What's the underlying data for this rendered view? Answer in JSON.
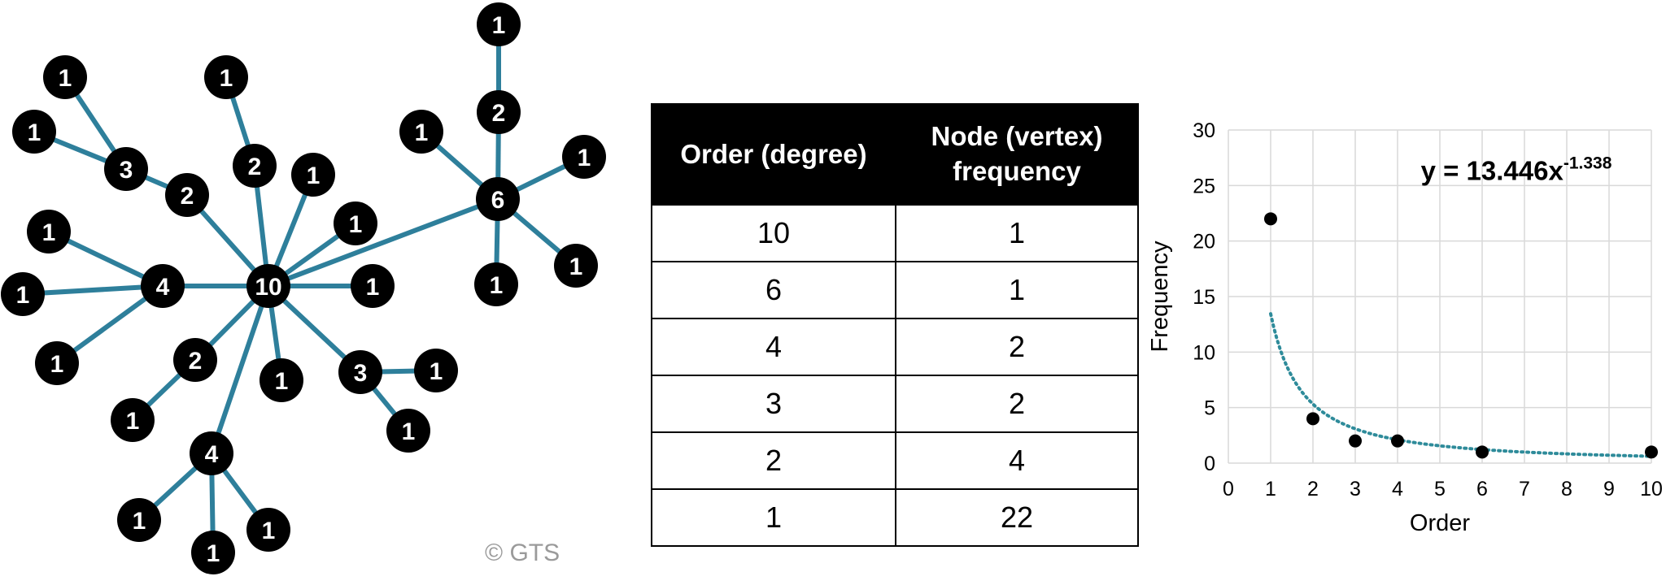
{
  "graph": {
    "edge_color": "#2e7f9b",
    "node_color": "#000000",
    "node_text_color": "#ffffff",
    "nodes": [
      {
        "id": "n10",
        "label": "10"
      },
      {
        "id": "n6",
        "label": "6"
      },
      {
        "id": "n4a",
        "label": "4"
      },
      {
        "id": "n4b",
        "label": "4"
      },
      {
        "id": "n3a",
        "label": "3"
      },
      {
        "id": "n3b",
        "label": "3"
      },
      {
        "id": "n2a",
        "label": "2"
      },
      {
        "id": "n2b",
        "label": "2"
      },
      {
        "id": "n2c",
        "label": "2"
      },
      {
        "id": "n2d",
        "label": "2"
      },
      {
        "id": "l1",
        "label": "1"
      },
      {
        "id": "l2",
        "label": "1"
      },
      {
        "id": "l3",
        "label": "1"
      },
      {
        "id": "l4",
        "label": "1"
      },
      {
        "id": "l5",
        "label": "1"
      },
      {
        "id": "l6",
        "label": "1"
      },
      {
        "id": "l7",
        "label": "1"
      },
      {
        "id": "l8",
        "label": "1"
      },
      {
        "id": "l9",
        "label": "1"
      },
      {
        "id": "l10",
        "label": "1"
      },
      {
        "id": "l11",
        "label": "1"
      },
      {
        "id": "l12",
        "label": "1"
      },
      {
        "id": "l13",
        "label": "1"
      },
      {
        "id": "l14",
        "label": "1"
      },
      {
        "id": "l15",
        "label": "1"
      },
      {
        "id": "l16",
        "label": "1"
      },
      {
        "id": "l17",
        "label": "1"
      },
      {
        "id": "l18",
        "label": "1"
      },
      {
        "id": "l19",
        "label": "1"
      },
      {
        "id": "l20",
        "label": "1"
      },
      {
        "id": "l21",
        "label": "1"
      },
      {
        "id": "l22",
        "label": "1"
      }
    ],
    "edges": [
      [
        "l1",
        "n3a"
      ],
      [
        "l2",
        "n3a"
      ],
      [
        "n3a",
        "n2a"
      ],
      [
        "n2a",
        "n10"
      ],
      [
        "l3",
        "n2b"
      ],
      [
        "n2b",
        "n10"
      ],
      [
        "l4",
        "n10"
      ],
      [
        "l5",
        "n10"
      ],
      [
        "l6",
        "n10"
      ],
      [
        "n4a",
        "n10"
      ],
      [
        "l7",
        "n4a"
      ],
      [
        "l8",
        "n4a"
      ],
      [
        "l9",
        "n4a"
      ],
      [
        "n6",
        "n10"
      ],
      [
        "l10",
        "n2d"
      ],
      [
        "n2d",
        "n6"
      ],
      [
        "l11",
        "n6"
      ],
      [
        "l12",
        "n6"
      ],
      [
        "l13",
        "n6"
      ],
      [
        "l14",
        "n6"
      ],
      [
        "n3b",
        "n10"
      ],
      [
        "n3b",
        "l15"
      ],
      [
        "n3b",
        "l16"
      ],
      [
        "l17",
        "n10"
      ],
      [
        "n2c",
        "n10"
      ],
      [
        "l18",
        "n2c"
      ],
      [
        "n4b",
        "n10"
      ],
      [
        "l19",
        "n4b"
      ],
      [
        "l20",
        "n4b"
      ],
      [
        "l21",
        "n4b"
      ],
      [
        "l22",
        "n10"
      ]
    ]
  },
  "copyright": "© GTS",
  "table": {
    "headers": [
      "Order (degree)",
      "Node (vertex)\nfrequency"
    ],
    "rows": [
      [
        "10",
        "1"
      ],
      [
        "6",
        "1"
      ],
      [
        "4",
        "2"
      ],
      [
        "3",
        "2"
      ],
      [
        "2",
        "4"
      ],
      [
        "1",
        "22"
      ]
    ]
  },
  "chart_data": {
    "type": "scatter",
    "x": [
      1,
      2,
      3,
      4,
      6,
      10
    ],
    "y": [
      22,
      4,
      2,
      2,
      1,
      1
    ],
    "xlabel": "Order",
    "ylabel": "Frequency",
    "xlim": [
      0,
      10
    ],
    "ylim": [
      0,
      30
    ],
    "xticks": [
      "0",
      "1",
      "2",
      "3",
      "4",
      "5",
      "6",
      "7",
      "8",
      "9",
      "10"
    ],
    "yticks": [
      "0",
      "5",
      "10",
      "15",
      "20",
      "25",
      "30"
    ],
    "grid": true,
    "trendline": {
      "type": "power",
      "coefficient": 13.446,
      "exponent": -1.338,
      "label_base": "y = 13.446x",
      "label_exp": "-1.338",
      "color": "#2e8b9a",
      "style": "dotted"
    },
    "marker_color": "#000000"
  }
}
